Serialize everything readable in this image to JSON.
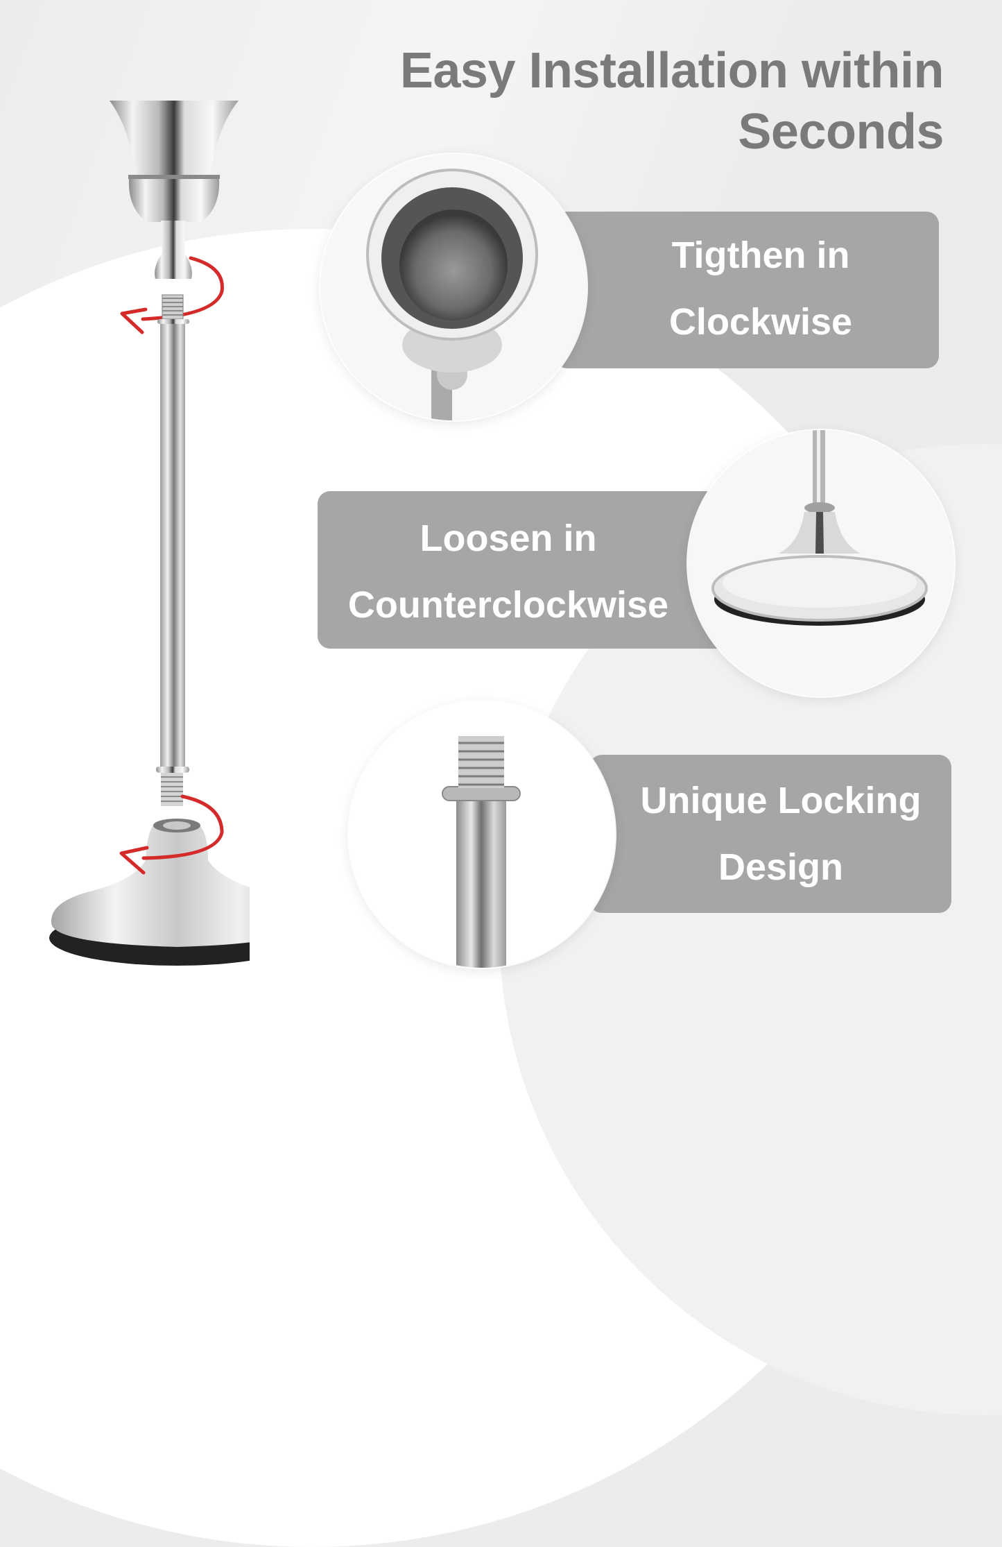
{
  "headline": {
    "line1": "Easy Installation within",
    "line2": "Seconds"
  },
  "features": [
    {
      "line1": "Tigthen in",
      "line2": "Clockwise",
      "photo": "candle-cup-top-view"
    },
    {
      "line1": "Loosen in",
      "line2": "Counterclockwise",
      "photo": "candlestick-base-closeup"
    },
    {
      "line1": "Unique Locking",
      "line2": "Design",
      "photo": "threaded-stem-closeup"
    }
  ],
  "product_image": {
    "name": "disassembled-silver-candlestick",
    "arrows": [
      "red-rotation-arrow-top",
      "red-rotation-arrow-bottom"
    ]
  },
  "colors": {
    "headline": "#7a7a7a",
    "pill_bg": "#a6a6a6",
    "pill_text": "#ffffff",
    "arrow": "#d42a2a",
    "background": "#ececec"
  }
}
